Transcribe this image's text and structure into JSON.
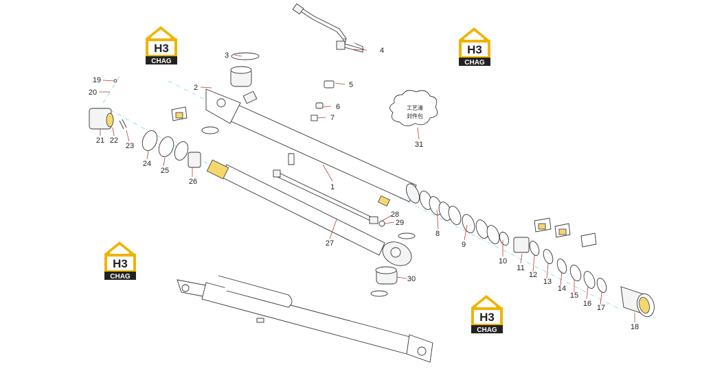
{
  "brand": {
    "logo_letters": "H3",
    "logo_name": "CHAG",
    "colors": {
      "gold": "#f0b400",
      "dark": "#222222",
      "leader": "#c0392b",
      "axis": "#7fd3e8"
    }
  },
  "callouts": [
    "1",
    "2",
    "3",
    "4",
    "5",
    "6",
    "7",
    "8",
    "9",
    "10",
    "11",
    "12",
    "13",
    "14",
    "15",
    "16",
    "17",
    "18",
    "19",
    "20",
    "21",
    "22",
    "23",
    "24",
    "25",
    "26",
    "27",
    "28",
    "29",
    "30",
    "31"
  ],
  "cloud_note": {
    "line1": "工艺清",
    "line2": "封件包"
  }
}
